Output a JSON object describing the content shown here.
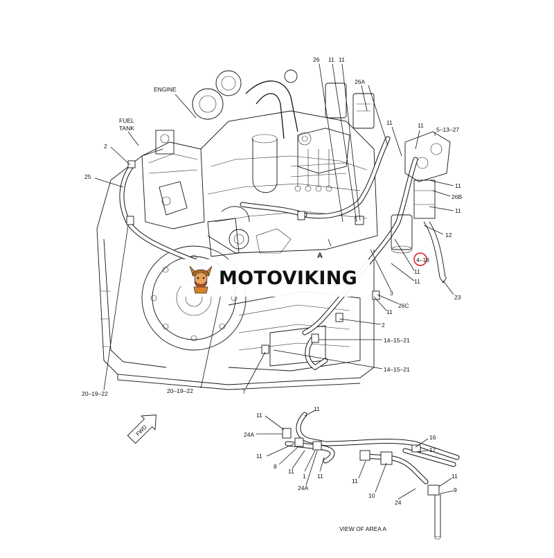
{
  "labels": {
    "engine": "ENGINE",
    "fuel_tank_line1": "FUEL",
    "fuel_tank_line2": "TANK",
    "area_a": "A",
    "view_of_area_a": "VIEW OF AREA A",
    "fwd": "FWD"
  },
  "callouts_main": {
    "c26": "26",
    "c11a": "11",
    "c11b": "11",
    "c26a": "26A",
    "c11_top_right_a": "11",
    "c11_top_right_b": "11",
    "c5_13_27": "5–13–27",
    "c11_r1": "11",
    "c26b": "26B",
    "c11_r2": "11",
    "c12": "12",
    "c4_18": "4–18",
    "c23": "23",
    "c11_mid1": "11",
    "c11_mid2": "11",
    "c3": "3",
    "c26c": "26C",
    "c11_mid3": "11",
    "c2_right": "2",
    "c14_15_21a": "14–15–21",
    "c14_15_21b": "14–15–21",
    "c7": "7",
    "c2_left": "2",
    "c25": "25",
    "c20_19_22a": "20–19–22",
    "c20_19_22b": "20–19–22"
  },
  "callouts_detail": {
    "d11_top": "11",
    "d11_left": "11",
    "d24a_top": "24A",
    "d11_left2": "11",
    "d8": "8",
    "d11_a": "11",
    "d1": "1",
    "d11_b": "11",
    "d24a_bottom": "24A",
    "d11_c": "11",
    "d10": "10",
    "d16": "16",
    "d17": "17",
    "d11_right": "11",
    "d9": "9",
    "d24": "24"
  },
  "watermark": {
    "text": "MOTOVIKING",
    "logo_icon": "viking-mascot-icon"
  },
  "colors": {
    "line": "#111111",
    "background": "#ffffff",
    "highlight_circle": "#e02020",
    "logo_orange": "#d9822b"
  }
}
